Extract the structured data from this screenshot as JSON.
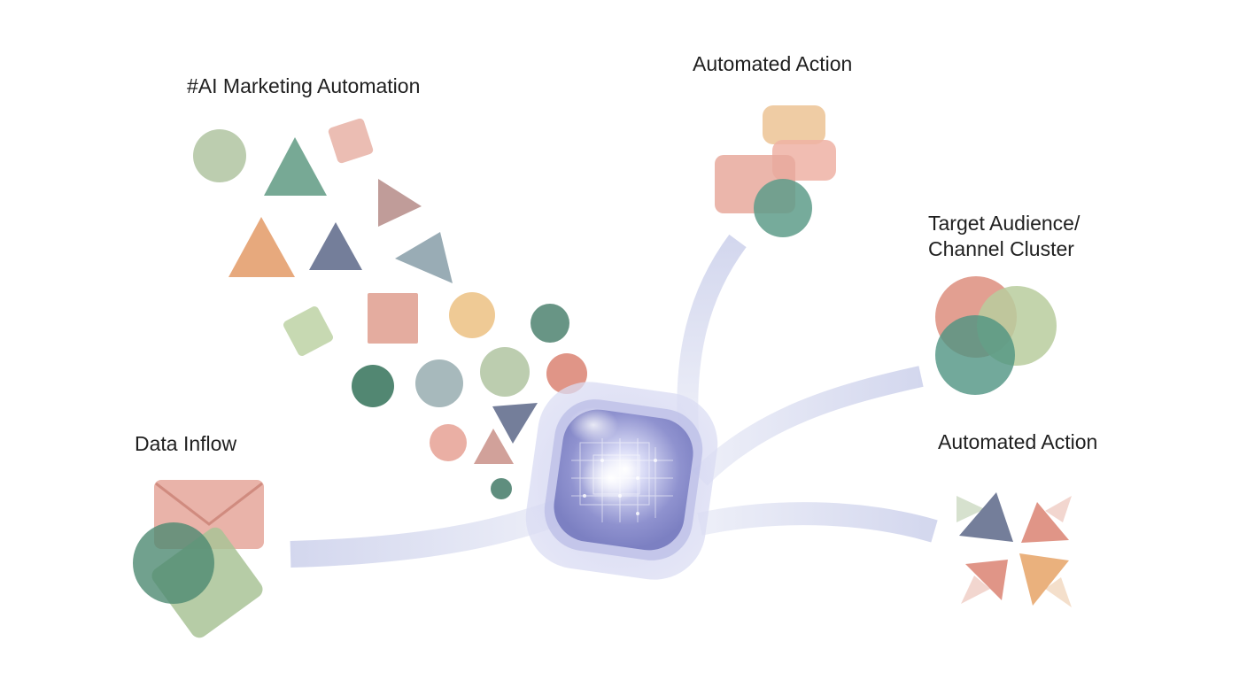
{
  "labels": {
    "title": "#AI Marketing Automation",
    "data_inflow": "Data Inflow",
    "automated_action_top": "Automated Action",
    "target_audience": "Target Audience/ Channel Cluster",
    "automated_action_bottom": "Automated Action"
  },
  "icons": {
    "data_inflow": "envelope-and-document-icon",
    "hub": "ai-processor-cube-icon",
    "top_action": "stacked-cards-icon",
    "audience": "overlapping-circles-venn-icon",
    "bottom_action": "converging-arrows-icon"
  },
  "colors": {
    "background": "#ffffff",
    "text": "#1f1f1f",
    "connector": "#d3d7ee",
    "hub": "#8f92cf",
    "sage": "#b5c8a6",
    "teal": "#5f9a8d",
    "green": "#4e8270",
    "salmon": "#dd9383",
    "rose": "#e5aaa1",
    "peach": "#e7ab78",
    "sand": "#edc79a",
    "slate": "#65708f",
    "steel": "#8ea3ad",
    "mauve": "#b58b87"
  }
}
